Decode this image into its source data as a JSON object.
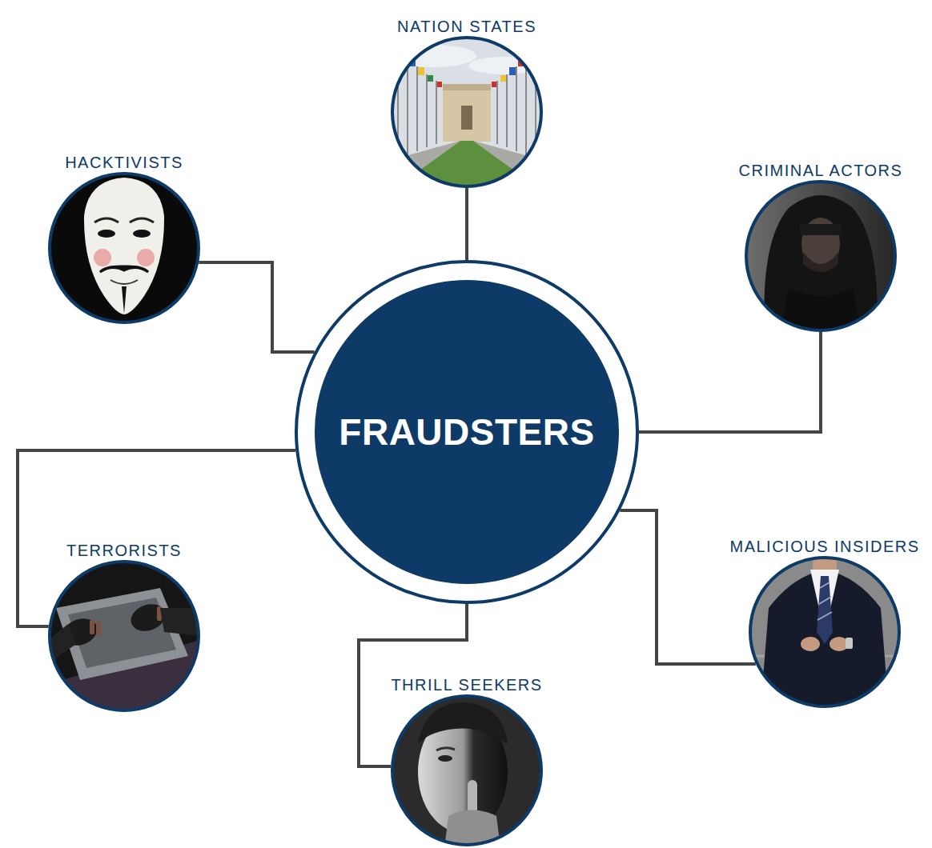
{
  "diagram": {
    "nodes": [
      {
        "text": [
          "NATION STATES"
        ]
      },
      {
        "text": [
          "HACKTIVISTS"
        ]
      },
      {
        "text": [
          "CRIMINAL ACTORS"
        ]
      },
      {
        "text": [
          "FRAUDSTERS"
        ]
      },
      {
        "text": [
          "TERRORISTS"
        ]
      },
      {
        "text": [
          "MALICIOUS INSIDERS"
        ]
      },
      {
        "text": [
          "THRILL SEEKERS"
        ]
      }
    ],
    "edges": [
      {
        "from": 3,
        "to": 0,
        "arrow": "none"
      },
      {
        "from": 3,
        "to": 1,
        "arrow": "none"
      },
      {
        "from": 3,
        "to": 2,
        "arrow": "none"
      },
      {
        "from": 3,
        "to": 4,
        "arrow": "none"
      },
      {
        "from": 3,
        "to": 5,
        "arrow": "none"
      },
      {
        "from": 3,
        "to": 6,
        "arrow": "none"
      }
    ]
  }
}
